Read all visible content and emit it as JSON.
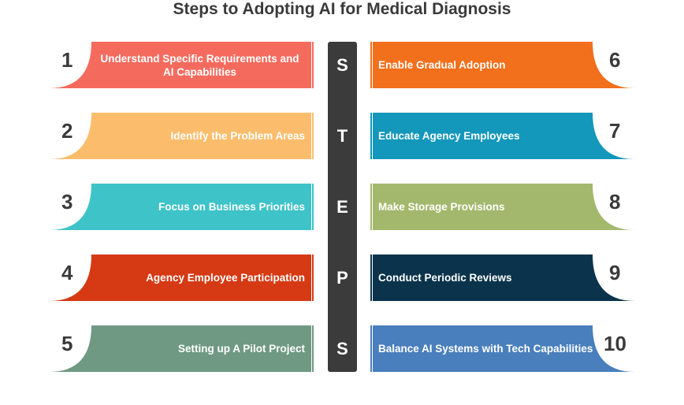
{
  "title": "Steps to Adopting AI for Medical Diagnosis",
  "spine_letters": [
    "S",
    "T",
    "E",
    "P",
    "S"
  ],
  "spine_color": "#3b3b3b",
  "left_steps": [
    {
      "number": "1",
      "label": "Understand Specific Requirements and AI Capabilities",
      "color": "#f46b5e"
    },
    {
      "number": "2",
      "label": "Identify the Problem Areas",
      "color": "#fbbd6c"
    },
    {
      "number": "3",
      "label": "Focus on Business Priorities",
      "color": "#3dc3c8"
    },
    {
      "number": "4",
      "label": "Agency Employee Participation",
      "color": "#d53a14"
    },
    {
      "number": "5",
      "label": "Setting up A Pilot Project",
      "color": "#6f9983"
    }
  ],
  "right_steps": [
    {
      "number": "6",
      "label": "Enable Gradual Adoption",
      "color": "#f26f1b"
    },
    {
      "number": "7",
      "label": "Educate Agency Employees",
      "color": "#1397ba"
    },
    {
      "number": "8",
      "label": "Make Storage Provisions",
      "color": "#a3b86c"
    },
    {
      "number": "9",
      "label": "Conduct Periodic Reviews",
      "color": "#0b344c"
    },
    {
      "number": "10",
      "label": "Balance AI Systems with Tech Capabilities",
      "color": "#4a7fbd"
    }
  ]
}
